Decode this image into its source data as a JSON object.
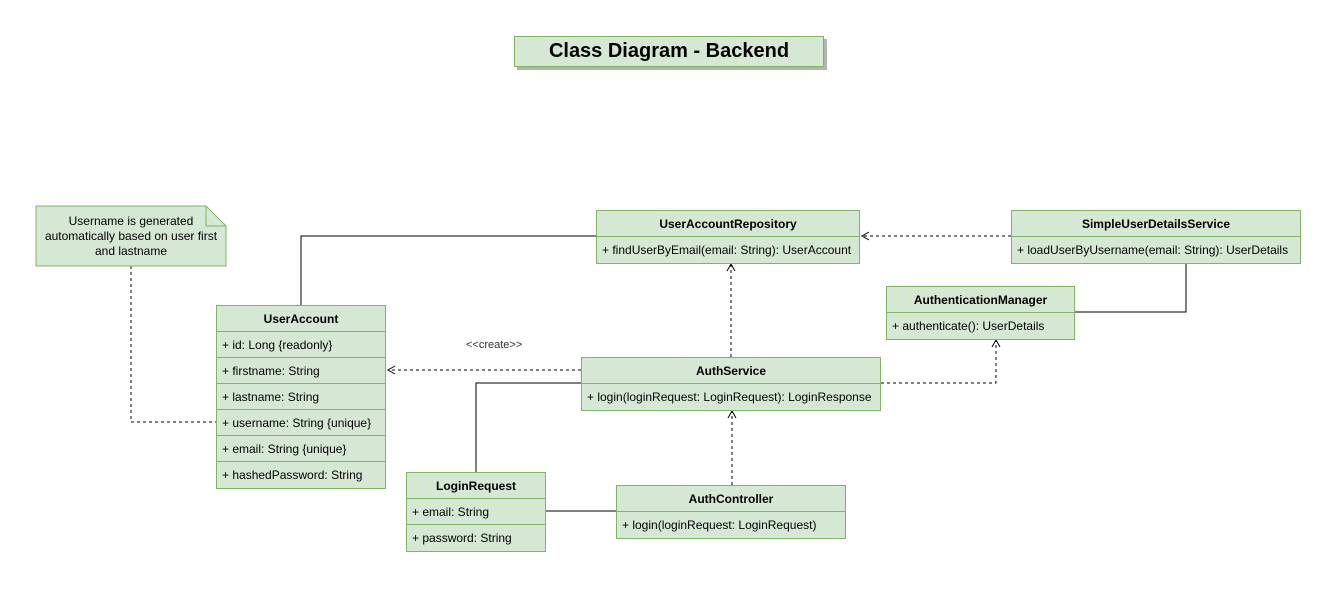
{
  "title": "Class Diagram - Backend",
  "note": {
    "text": "Username is generated automatically based on user first and lastname"
  },
  "relation_labels": {
    "create": "<<create>>"
  },
  "colors": {
    "fill": "#d5e8d4",
    "stroke": "#82b366",
    "shadow": "#b3b3b3"
  },
  "classes": {
    "user_account_repository": {
      "name": "UserAccountRepository",
      "members": [
        "+ findUserByEmail(email: String): UserAccount"
      ]
    },
    "simple_user_details_service": {
      "name": "SimpleUserDetailsService",
      "members": [
        "+ loadUserByUsername(email: String): UserDetails"
      ]
    },
    "authentication_manager": {
      "name": "AuthenticationManager",
      "members": [
        "+ authenticate(): UserDetails"
      ]
    },
    "user_account": {
      "name": "UserAccount",
      "members": [
        "+ id: Long {readonly}",
        "+ firstname: String",
        "+ lastname: String",
        "+ username: String {unique}",
        "+ email: String {unique}",
        "+ hashedPassword: String"
      ]
    },
    "auth_service": {
      "name": "AuthService",
      "members": [
        "+ login(loginRequest: LoginRequest): LoginResponse"
      ]
    },
    "login_request": {
      "name": "LoginRequest",
      "members": [
        "+ email: String",
        "+ password: String"
      ]
    },
    "auth_controller": {
      "name": "AuthController",
      "members": [
        "+ login(loginRequest: LoginRequest)"
      ]
    }
  }
}
